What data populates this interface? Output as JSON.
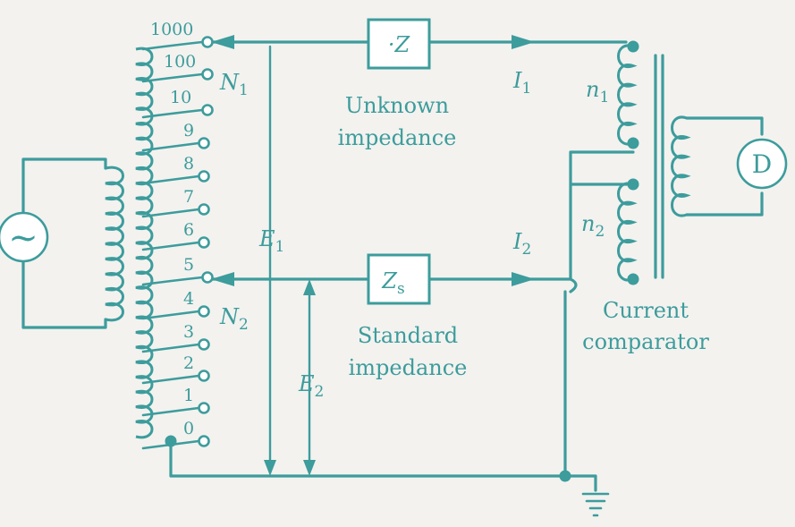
{
  "taps": [
    "1000",
    "100",
    "10",
    "9",
    "8",
    "7",
    "6",
    "5",
    "4",
    "3",
    "2",
    "1",
    "0"
  ],
  "labels": {
    "N1": "N",
    "N1_sub": "1",
    "N2": "N",
    "N2_sub": "2",
    "E1": "E",
    "E1_sub": "1",
    "E2": "E",
    "E2_sub": "2",
    "I1": "I",
    "I1_sub": "1",
    "I2": "I",
    "I2_sub": "2",
    "n1": "n",
    "n1_sub": "1",
    "n2": "n",
    "n2_sub": "2",
    "Z": "·Z",
    "Zs": "Z",
    "Zs_sub": "s",
    "D": "D",
    "source_symbol": "~"
  },
  "captions": {
    "unknown_line1": "Unknown",
    "unknown_line2": "impedance",
    "standard_line1": "Standard",
    "standard_line2": "impedance",
    "comparator_line1": "Current",
    "comparator_line2": "comparator"
  },
  "colors": {
    "ink": "#3d9c9c",
    "paper": "#f3f2ef"
  }
}
